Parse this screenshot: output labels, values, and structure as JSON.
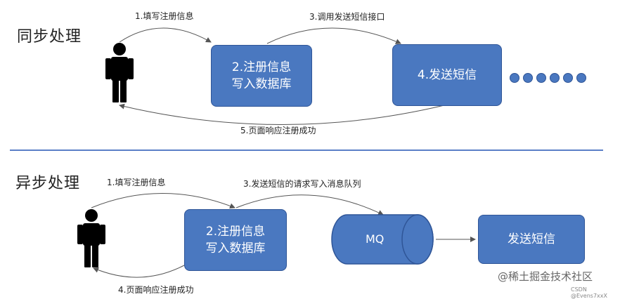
{
  "sync": {
    "title": "同步处理",
    "step1": "1.填写注册信息",
    "step3": "3.调用发送短信接口",
    "step5": "5.页面响应注册成功",
    "box_db": [
      "2.注册信息",
      "写入数据库"
    ],
    "box_sms": "4.发送短信"
  },
  "async": {
    "title": "异步处理",
    "step1": "1.填写注册信息",
    "step3": "3.发送短信的请求写入消息队列",
    "step4": "4.页面响应注册成功",
    "box_db": [
      "2.注册信息",
      "写入数据库"
    ],
    "mq": "MQ",
    "box_sms": "发送短信"
  },
  "footer": {
    "watermark": "@稀土掘金技术社区",
    "csdn": "CSDN @Evens7xxX"
  },
  "colors": {
    "box_fill": "#4a78c0",
    "box_border": "#2f5597",
    "divider": "#5b7fc7"
  }
}
